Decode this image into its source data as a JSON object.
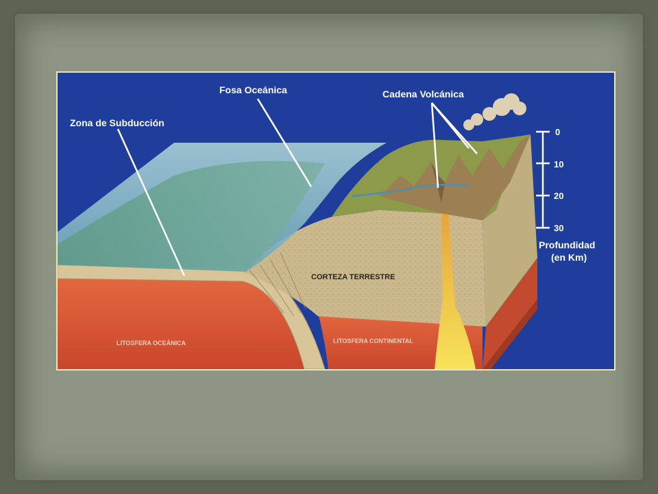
{
  "diagram": {
    "labels": {
      "subduction_zone": "Zona de Subducción",
      "ocean_trench": "Fosa Oceánica",
      "volcanic_chain": "Cadena Volcánica",
      "earth_crust": "CORTEZA TERRESTRE",
      "oceanic_lithosphere": "LITOSFERA OCEÁNICA",
      "continental_lithosphere": "LITOSFERA CONTINENTAL",
      "depth_title_line1": "Profundidad",
      "depth_title_line2": "(en Km)"
    },
    "depth_scale": {
      "ticks": [
        "0",
        "10",
        "20",
        "30"
      ]
    },
    "colors": {
      "background": "#1f3d9a",
      "ocean": "#7fb0c4",
      "land": "#8c9a4a",
      "crust": "#c8b78a",
      "lithosphere": "#d9593a",
      "magma": "#f2d640",
      "frame_border": "#e9e7b6"
    }
  }
}
